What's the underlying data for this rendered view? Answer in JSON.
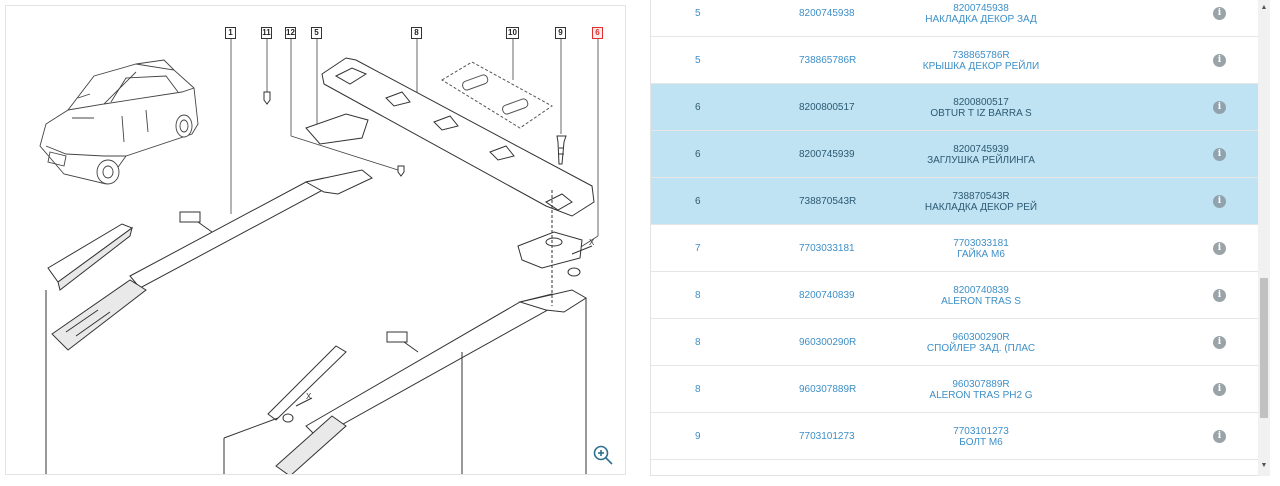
{
  "diagram": {
    "callouts": [
      "1",
      "11",
      "12",
      "5",
      "8",
      "10",
      "9",
      "6"
    ],
    "active_callout": "6",
    "cross_marks": [
      "X",
      "X"
    ],
    "zoom_icon": "zoom-in-icon"
  },
  "table": {
    "rows": [
      {
        "pos": "5",
        "part_number": "8200745938",
        "code": "8200745938",
        "name": "НАКЛАДКА ДЕКОР ЗАД",
        "selected": false
      },
      {
        "pos": "5",
        "part_number": "738865786R",
        "code": "738865786R",
        "name": "КРЫШКА ДЕКОР РЕЙЛИ",
        "selected": false
      },
      {
        "pos": "6",
        "part_number": "8200800517",
        "code": "8200800517",
        "name": "OBTUR T IZ BARRA S",
        "selected": true
      },
      {
        "pos": "6",
        "part_number": "8200745939",
        "code": "8200745939",
        "name": "ЗАГЛУШКА РЕЙЛИНГА",
        "selected": true
      },
      {
        "pos": "6",
        "part_number": "738870543R",
        "code": "738870543R",
        "name": "НАКЛАДКА ДЕКОР РЕЙ",
        "selected": true
      },
      {
        "pos": "7",
        "part_number": "7703033181",
        "code": "7703033181",
        "name": "ГАЙКА М6",
        "selected": false
      },
      {
        "pos": "8",
        "part_number": "8200740839",
        "code": "8200740839",
        "name": "ALERON TRAS S",
        "selected": false
      },
      {
        "pos": "8",
        "part_number": "960300290R",
        "code": "960300290R",
        "name": "СПОЙЛЕР ЗАД. (ПЛАС",
        "selected": false
      },
      {
        "pos": "8",
        "part_number": "960307889R",
        "code": "960307889R",
        "name": "ALERON TRAS PH2 G",
        "selected": false
      },
      {
        "pos": "9",
        "part_number": "7703101273",
        "code": "7703101273",
        "name": "БОЛТ М6",
        "selected": false
      }
    ],
    "info_glyph": "i"
  },
  "scrollbar": {
    "up_arrow": "▲",
    "down_arrow": "▼"
  },
  "colors": {
    "link": "#3d8fc7",
    "selected_row": "#bfe3f2",
    "active_callout": "#e03030"
  }
}
